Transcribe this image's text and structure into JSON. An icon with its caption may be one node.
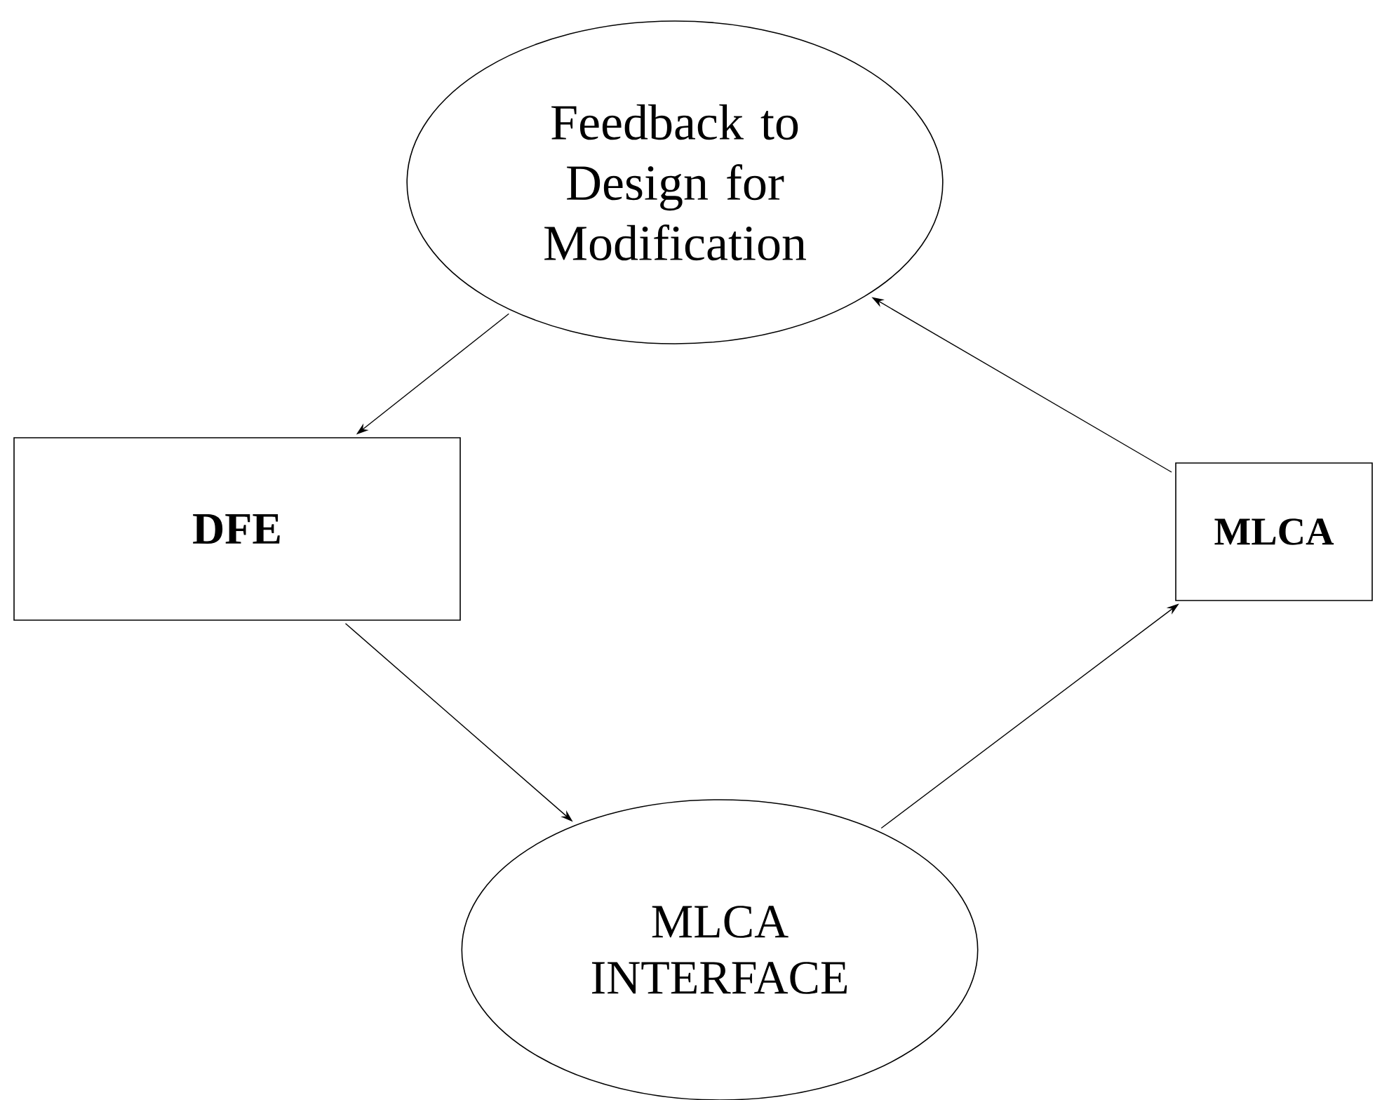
{
  "diagram": {
    "nodes": [
      {
        "text": [
          "Feedback to Design for Modification"
        ]
      },
      {
        "text": [
          "DFE"
        ]
      },
      {
        "text": [
          "MLCA"
        ]
      },
      {
        "text": [
          "MLCA INTERFACE"
        ]
      }
    ],
    "edges": [
      {
        "from": 0,
        "to": 1,
        "arrow": "to"
      },
      {
        "from": 1,
        "to": 3,
        "arrow": "to"
      },
      {
        "from": 3,
        "to": 2,
        "arrow": "to"
      },
      {
        "from": 2,
        "to": 0,
        "arrow": "to"
      }
    ]
  }
}
